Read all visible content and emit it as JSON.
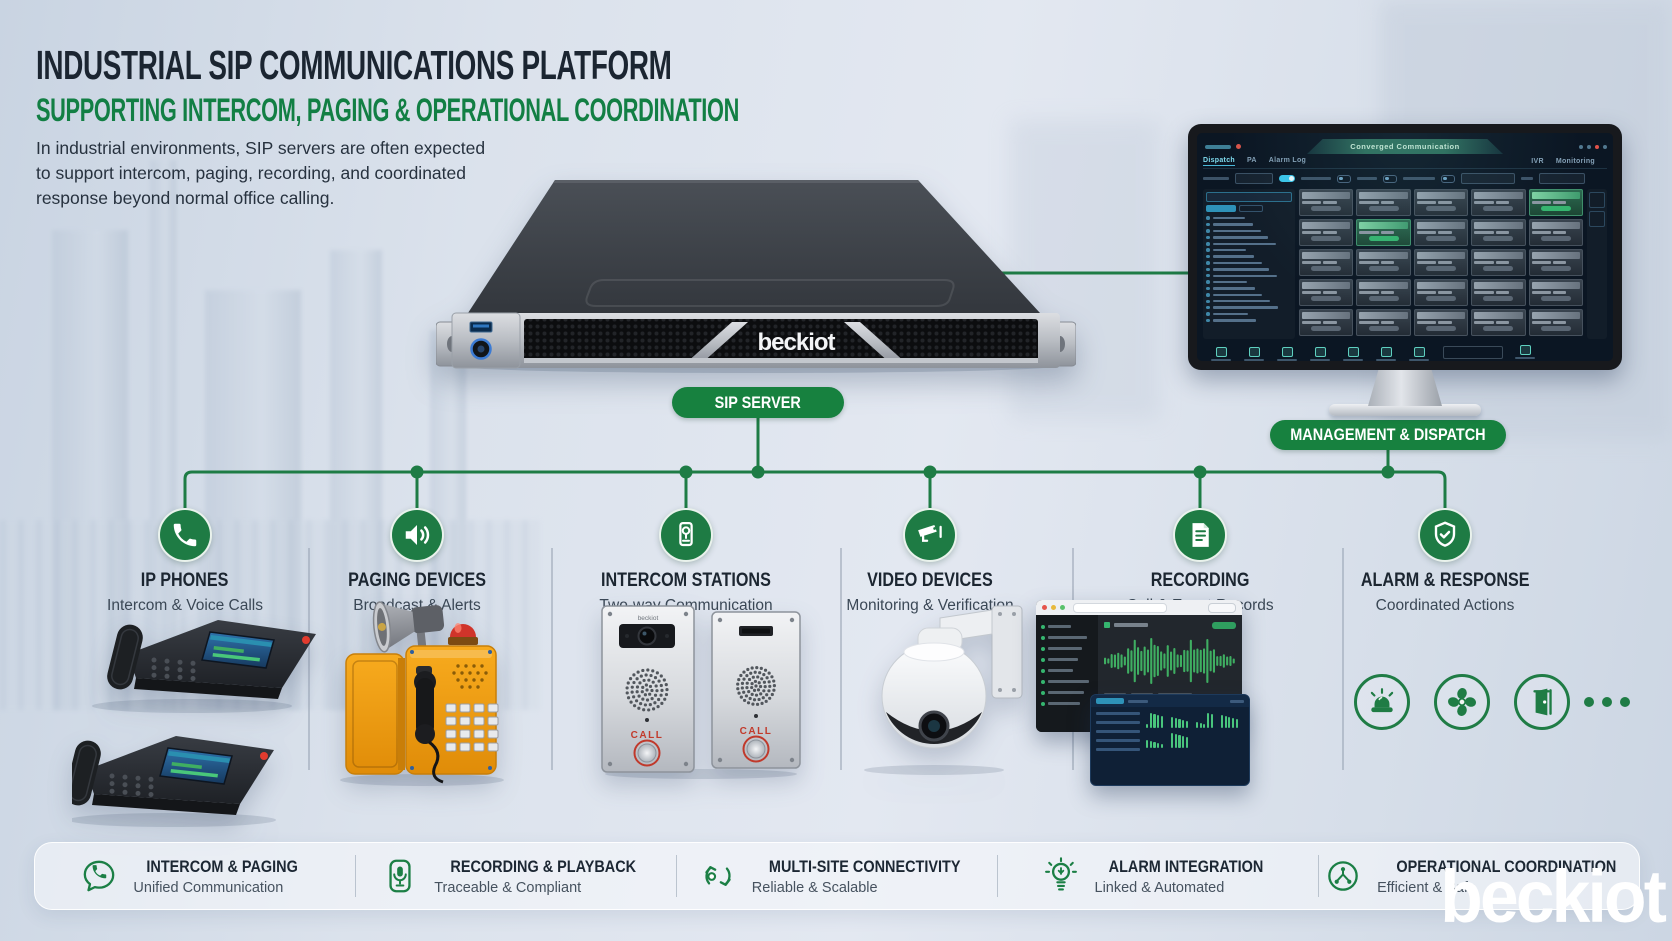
{
  "page": {
    "title": "INDUSTRIAL SIP COMMUNICATIONS PLATFORM",
    "subtitle": "SUPPORTING INTERCOM, PAGING & OPERATIONAL COORDINATION",
    "description": "In industrial environments, SIP servers are often expected to support intercom, paging, recording, and coordinated response beyond normal office calling."
  },
  "brand": {
    "logo_text": "beckiot"
  },
  "server": {
    "label": "SIP SERVER"
  },
  "monitor": {
    "label": "MANAGEMENT & DISPATCH",
    "dashboard": {
      "title": "Converged Communication",
      "tabs_left": [
        "Dispatch",
        "PA",
        "Alarm Log"
      ],
      "tabs_right": [
        "IVR",
        "Monitoring"
      ],
      "grid": {
        "rows": 5,
        "cols": 5,
        "highlights": [
          [
            0,
            4
          ],
          [
            1,
            1
          ]
        ]
      },
      "sidebar_rows": 17,
      "toolbar_items": 7
    }
  },
  "categories": [
    {
      "title": "IP PHONES",
      "subtitle": "Intercom & Voice Calls",
      "icon": "phone-icon"
    },
    {
      "title": "PAGING DEVICES",
      "subtitle": "Broadcast & Alerts",
      "icon": "speaker-icon"
    },
    {
      "title": "INTERCOM STATIONS",
      "subtitle": "Two-way Communication",
      "icon": "intercom-icon"
    },
    {
      "title": "VIDEO DEVICES",
      "subtitle": "Monitoring & Verification",
      "icon": "cctv-camera-icon"
    },
    {
      "title": "RECORDING",
      "subtitle": "Call & Event Records",
      "icon": "document-icon"
    },
    {
      "title": "ALARM & RESPONSE",
      "subtitle": "Coordinated Actions",
      "icon": "shield-check-icon"
    }
  ],
  "features": [
    {
      "title": "INTERCOM & PAGING",
      "subtitle": "Unified Communication",
      "icon": "chat-phone-icon"
    },
    {
      "title": "RECORDING & PLAYBACK",
      "subtitle": "Traceable & Compliant",
      "icon": "microphone-icon"
    },
    {
      "title": "MULTI-SITE CONNECTIVITY",
      "subtitle": "Reliable & Scalable",
      "icon": "sync-nodes-icon"
    },
    {
      "title": "ALARM INTEGRATION",
      "subtitle": "Linked & Automated",
      "icon": "lightbulb-icon"
    },
    {
      "title": "OPERATIONAL COORDINATION",
      "subtitle": "Efficient & Safe",
      "icon": "coordination-icon"
    }
  ],
  "devices": {
    "intercom_call_label": "CALL"
  },
  "colors": {
    "accent_green": "#1a7f45",
    "pill_green": "#17813f",
    "title_navy": "#1b2531",
    "industrial_orange": "#f2a018",
    "alarm_red": "#d0342a",
    "background": "#dde4ee"
  }
}
